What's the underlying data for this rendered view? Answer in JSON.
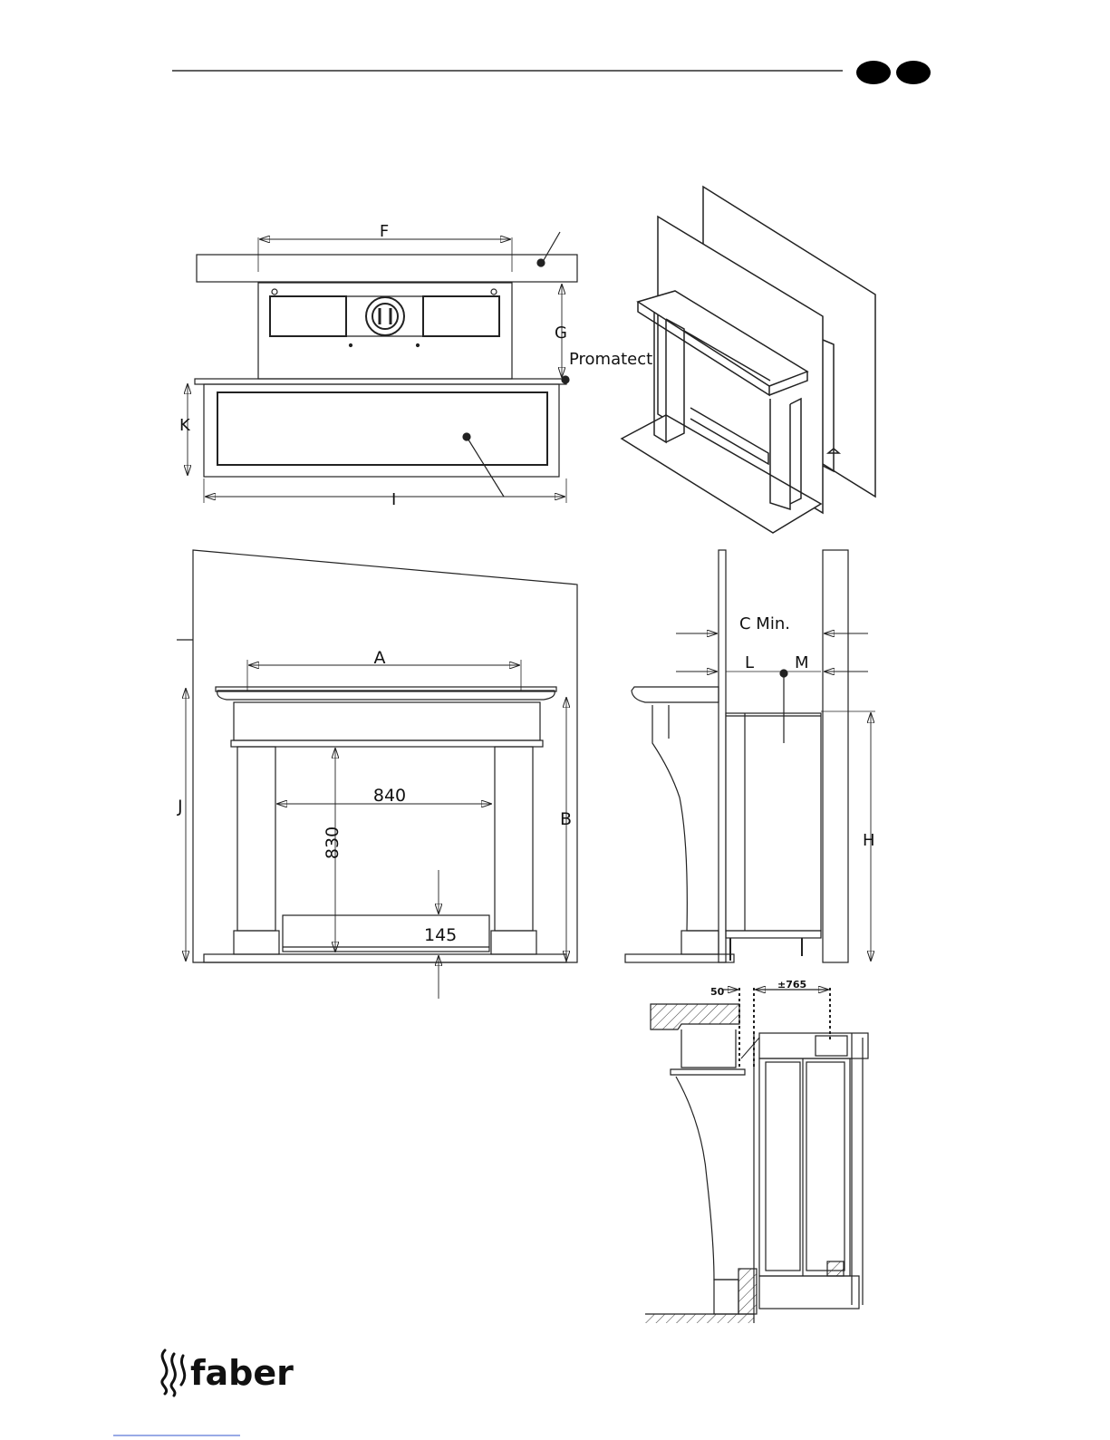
{
  "header": {
    "badge_color": "#000000"
  },
  "brand": {
    "name": "faber",
    "icon": "flame-icon"
  },
  "top_plan": {
    "dims": {
      "F": "F",
      "G": "G",
      "K": "K",
      "I": "I"
    },
    "material_label": "Promatect"
  },
  "front_elevation": {
    "dims": {
      "A": "A",
      "J": "J",
      "B": "B"
    },
    "opening_width": "840",
    "opening_height": "830",
    "base_height": "145"
  },
  "side_elevation": {
    "dims": {
      "C": "C Min.",
      "L": "L",
      "M": "M",
      "H": "H"
    }
  },
  "section_detail": {
    "dims": {
      "gap": "50",
      "depth": "±765"
    }
  }
}
